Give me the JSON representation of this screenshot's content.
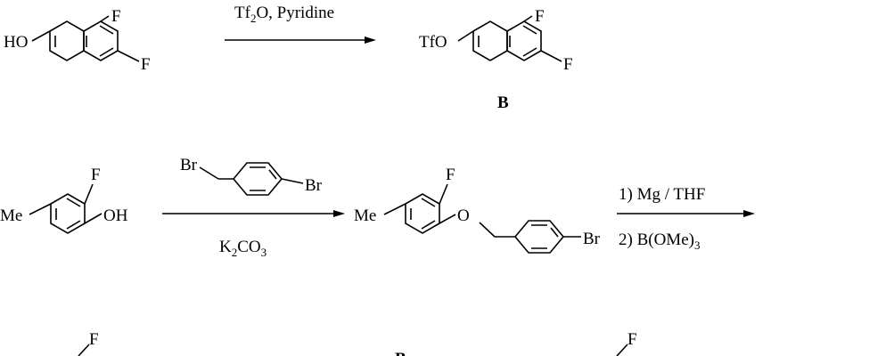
{
  "scheme": {
    "step1": {
      "reactant_hydroxy": "HO",
      "reactant_f1": "F",
      "reactant_f2": "F",
      "reagent": "Tf2O, Pyridine",
      "product_triflate": "TfO",
      "product_f1": "F",
      "product_f2": "F",
      "product_label": "B"
    },
    "step2": {
      "reactant_methyl": "Me",
      "reactant_f": "F",
      "reactant_hydroxy": "OH",
      "reagent_br_benzyl": "Br",
      "reagent_br_para": "Br",
      "base": "K2CO3",
      "product_methyl": "Me",
      "product_f": "F",
      "product_o": "O",
      "product_br": "Br"
    },
    "step3": {
      "reagent_1": "1) Mg / THF",
      "reagent_2": "2) B(OMe)3"
    },
    "row3": {
      "f_left": "F",
      "label_b": "B",
      "f_right": "F"
    }
  }
}
